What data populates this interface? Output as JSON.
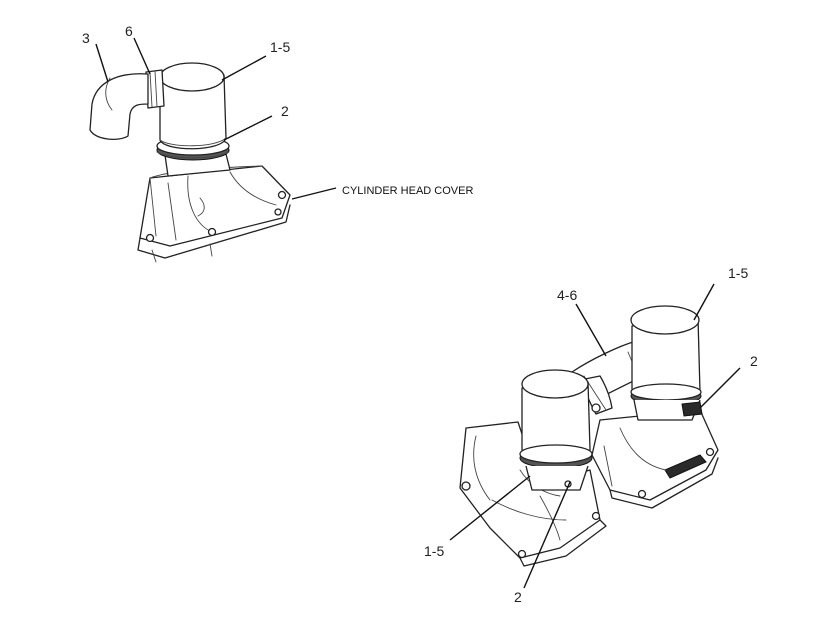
{
  "callouts": {
    "top_label_3": "3",
    "top_label_6": "6",
    "top_label_1_5": "1-5",
    "top_label_2": "2",
    "cylinder_head_cover": "CYLINDER HEAD COVER",
    "right_label_1_5": "1-5",
    "right_label_4_6": "4-6",
    "right_label_2": "2",
    "bottom_label_1_5": "1-5",
    "bottom_label_2": "2"
  }
}
